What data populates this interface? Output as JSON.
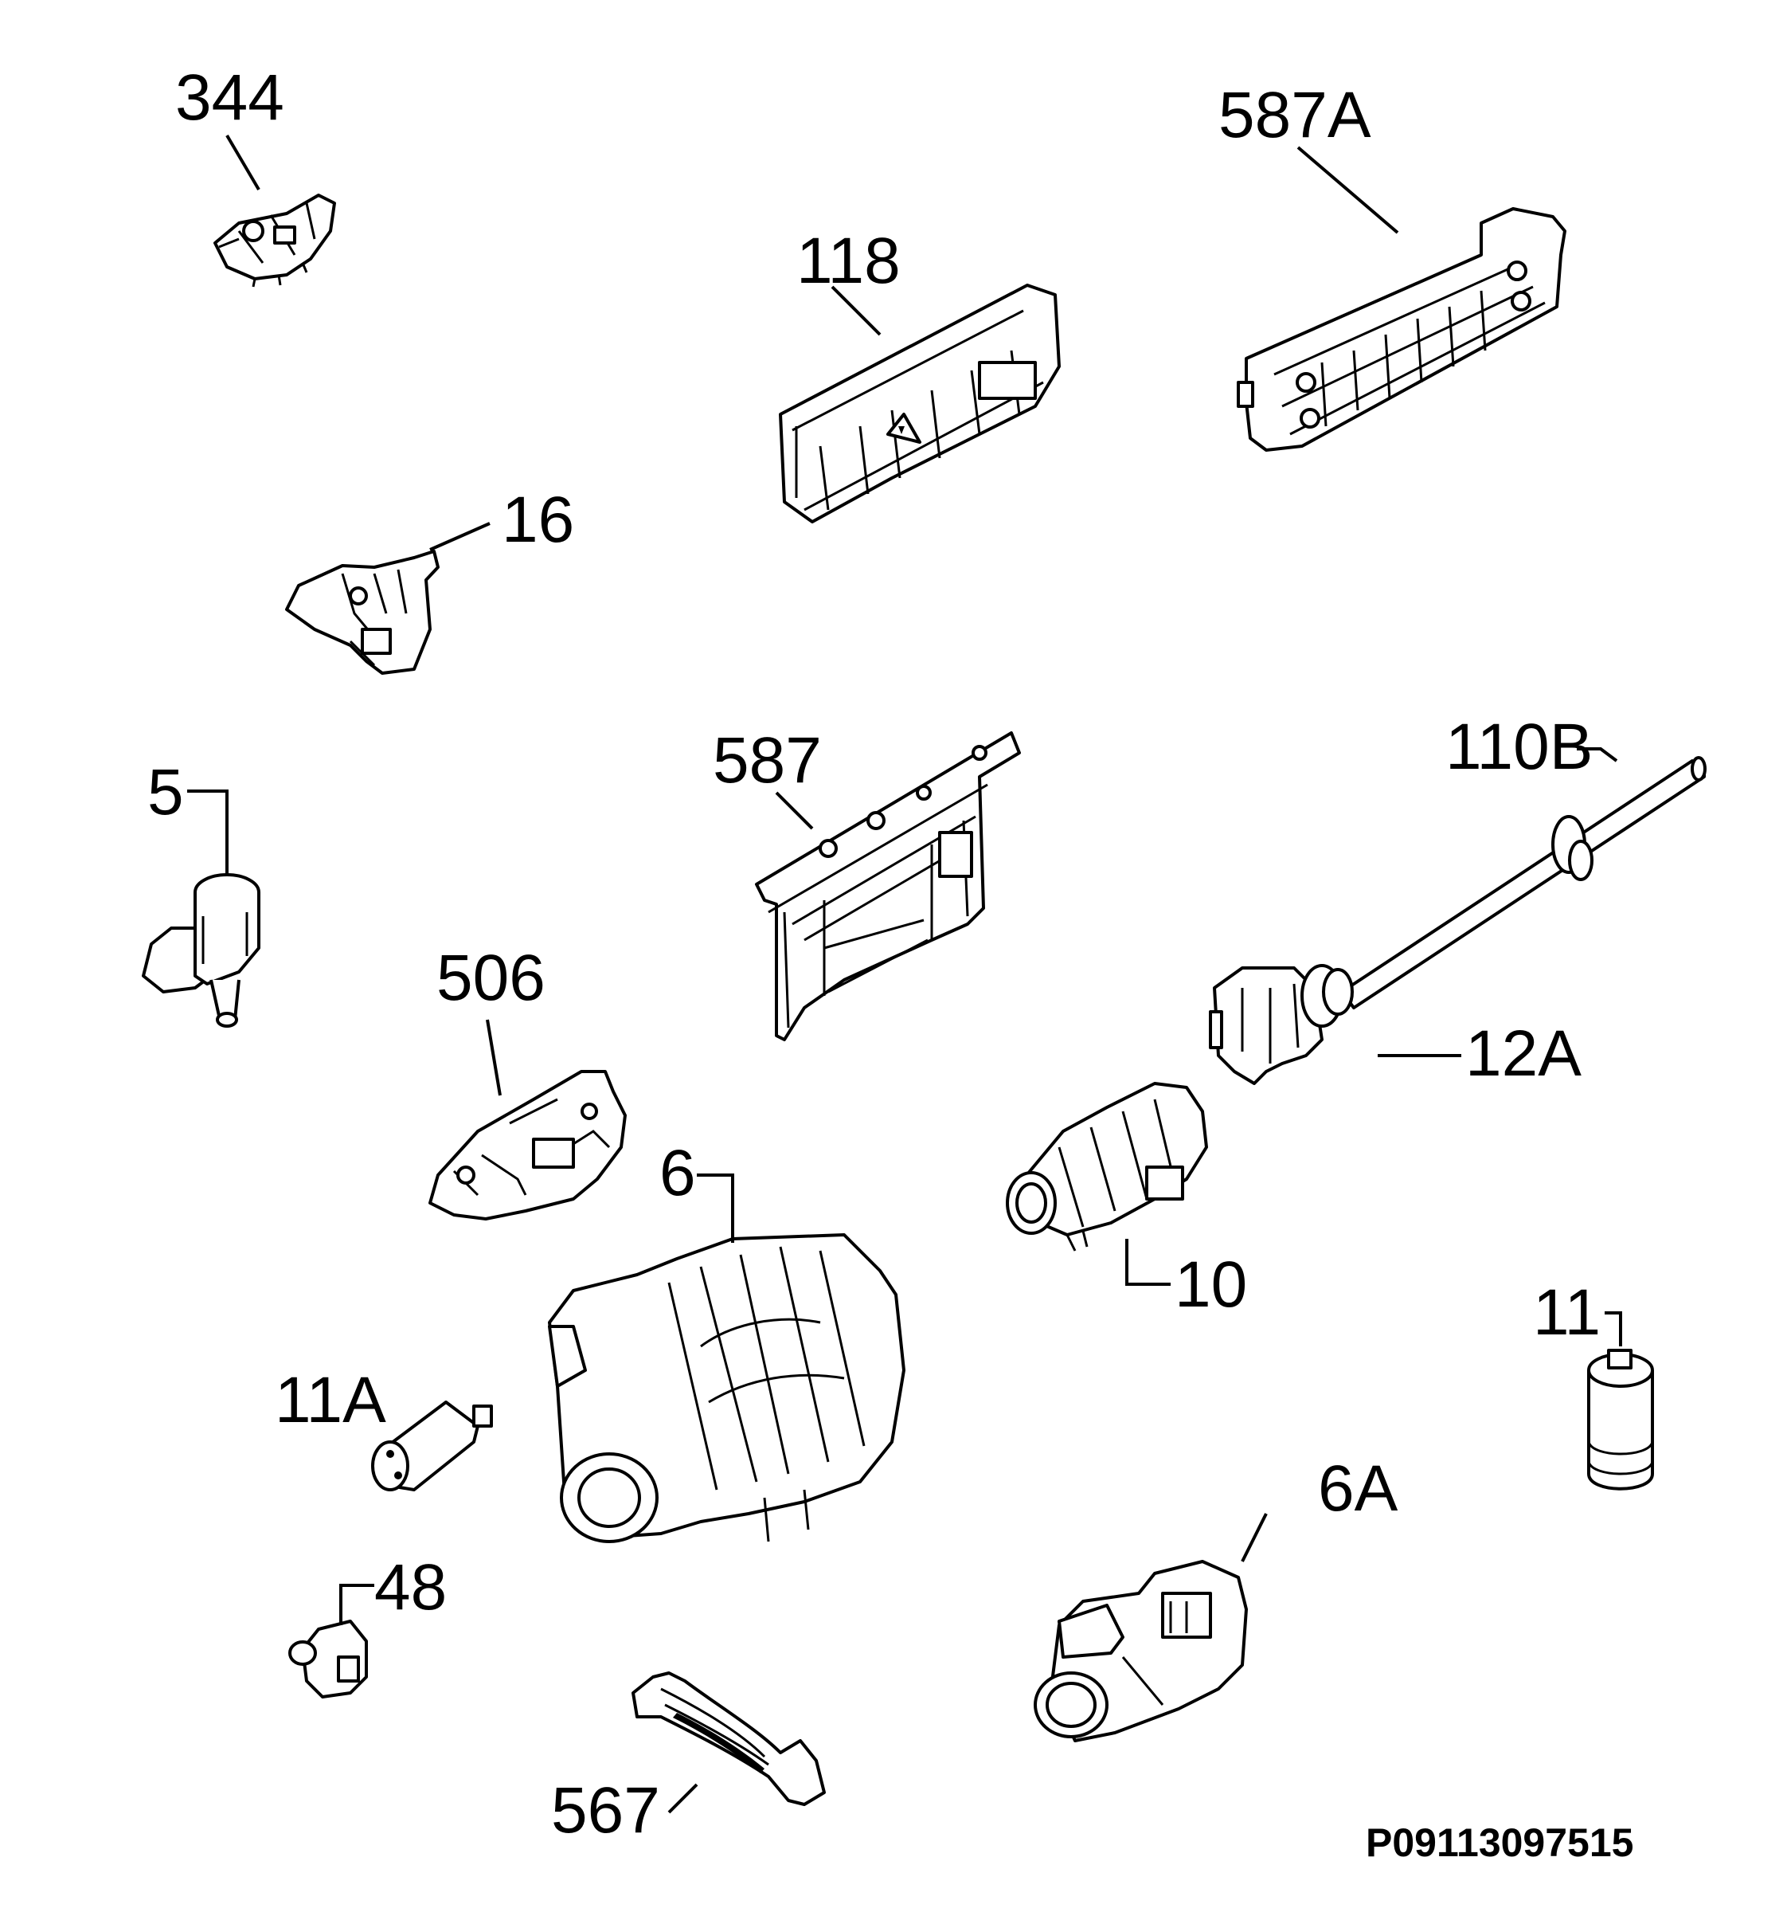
{
  "labels": {
    "p344": "344",
    "p587A": "587A",
    "p118": "118",
    "p16": "16",
    "p5": "5",
    "p587": "587",
    "p110B": "110B",
    "p506": "506",
    "p12A": "12A",
    "p6": "6",
    "p10": "10",
    "p11": "11",
    "p11A": "11A",
    "p6A": "6A",
    "p48": "48",
    "p567": "567"
  },
  "document_id": "P09113097515"
}
